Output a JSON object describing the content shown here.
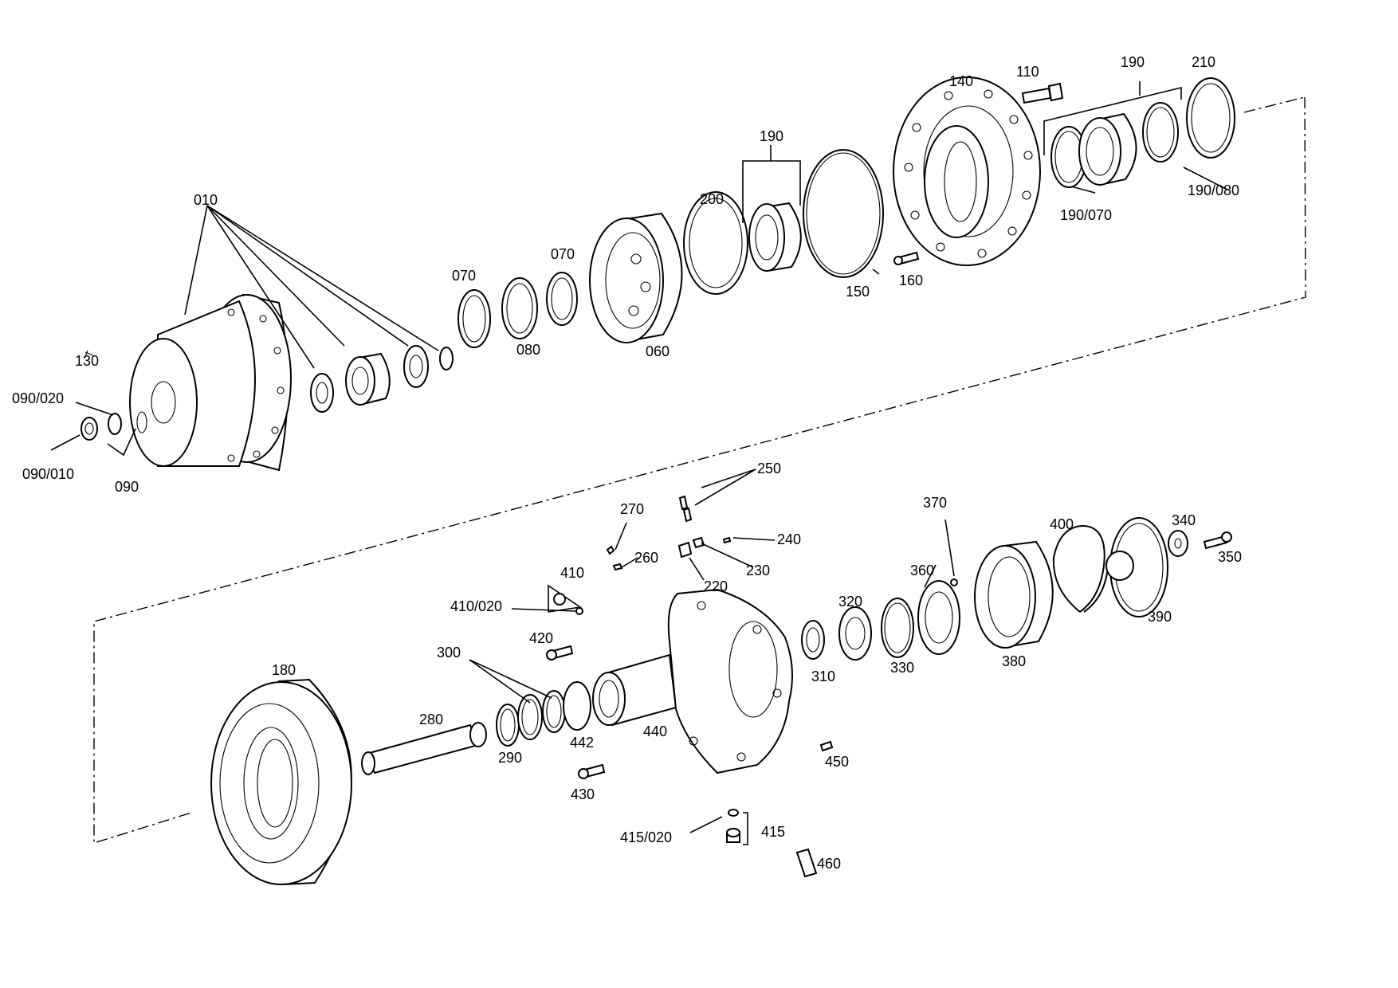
{
  "labels": {
    "l010": "010",
    "l130": "130",
    "l090_020": "090/020",
    "l090_010": "090/010",
    "l090": "090",
    "l070a": "070",
    "l070b": "070",
    "l080": "080",
    "l060": "060",
    "l200": "200",
    "l190a": "190",
    "l150": "150",
    "l160": "160",
    "l140": "140",
    "l110": "110",
    "l190b": "190",
    "l210": "210",
    "l190_070": "190/070",
    "l190_080": "190/080",
    "l250": "250",
    "l270": "270",
    "l260": "260",
    "l240": "240",
    "l230": "230",
    "l220": "220",
    "l410": "410",
    "l410_020": "410/020",
    "l420": "420",
    "l300": "300",
    "l180": "180",
    "l280": "280",
    "l290": "290",
    "l442": "442",
    "l440": "440",
    "l430": "430",
    "l450": "450",
    "l415_020": "415/020",
    "l415": "415",
    "l460": "460",
    "l310": "310",
    "l320": "320",
    "l330": "330",
    "l360": "360",
    "l370": "370",
    "l380": "380",
    "l400": "400",
    "l390": "390",
    "l340": "340",
    "l350": "350"
  }
}
